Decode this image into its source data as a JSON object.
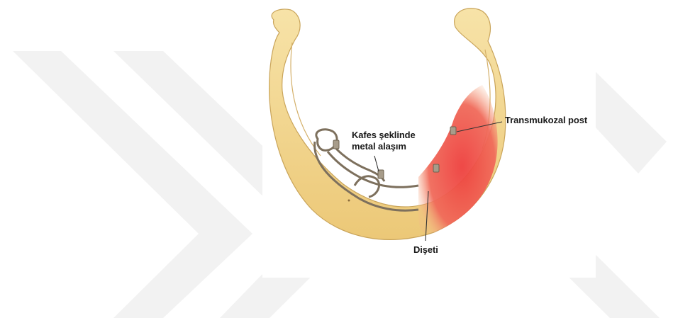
{
  "figure": {
    "labels": {
      "cage_line1": "Kafes şeklinde",
      "cage_line2": "metal alaşım",
      "transmucosal_post": "Transmukozal post",
      "gingiva": "Dişeti"
    }
  },
  "colors": {
    "bone": "#f3d894",
    "bone_edge": "#c9a45a",
    "gingiva": "#ee4a46",
    "metal_cage": "#8a7d6a",
    "watermark": "#f1f1f1"
  }
}
